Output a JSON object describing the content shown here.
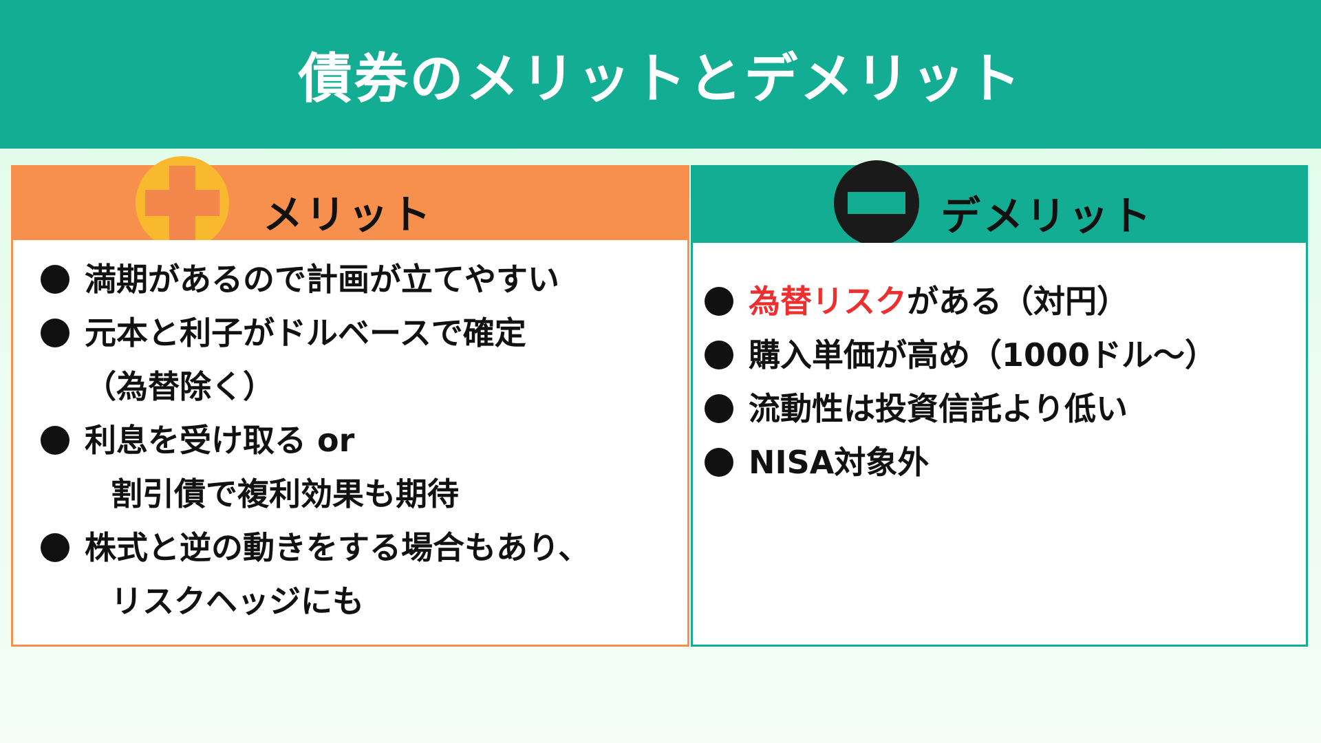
{
  "title": "債券のメリットとデメリット",
  "colors": {
    "banner": "#13ad93",
    "merit_accent": "#f6904c",
    "plus_circle": "#f9b92e",
    "demerit_accent": "#13ad93",
    "highlight_red": "#ee2f2f"
  },
  "merit": {
    "heading": "メリット",
    "icon": "plus-icon",
    "items": [
      {
        "line1": "満期があるので計画が立てやすい"
      },
      {
        "line1": "元本と利子がドルベースで確定",
        "line2": "（為替除く）"
      },
      {
        "line1": "利息を受け取る or",
        "line2": "割引債で複利効果も期待"
      },
      {
        "line1": "株式と逆の動きをする場合もあり、",
        "line2": "リスクヘッジにも"
      }
    ]
  },
  "demerit": {
    "heading": "デメリット",
    "icon": "minus-icon",
    "items": [
      {
        "highlight": "為替リスク",
        "rest": "がある（対円）"
      },
      {
        "line1": "購入単価が高め（1000ドル〜）"
      },
      {
        "line1": "流動性は投資信託より低い"
      },
      {
        "line1": "NISA対象外"
      }
    ]
  }
}
